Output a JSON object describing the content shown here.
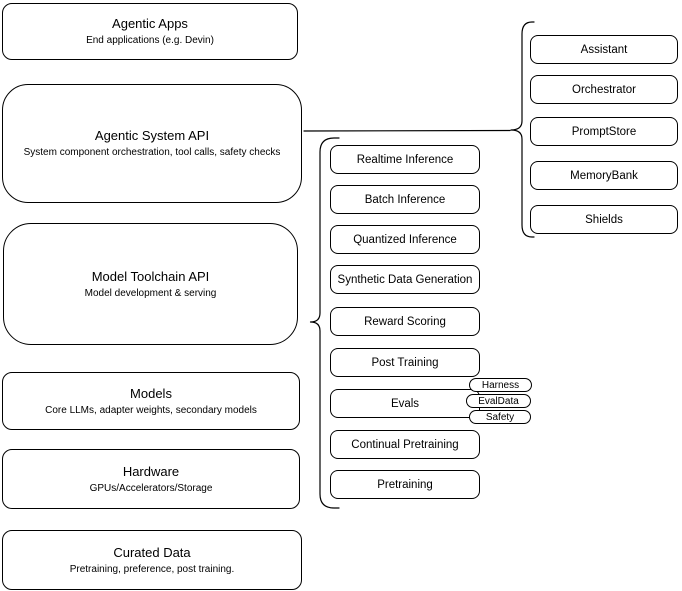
{
  "diagram": {
    "background": "#ffffff",
    "stroke_color": "#000000",
    "text_color": "#000000",
    "left_stack": [
      {
        "title": "Agentic Apps",
        "subtitle": "End applications (e.g. Devin)"
      },
      {
        "title": "Agentic System API",
        "subtitle": "System component orchestration, tool calls, safety checks"
      },
      {
        "title": "Model Toolchain API",
        "subtitle": "Model development & serving"
      },
      {
        "title": "Models",
        "subtitle": "Core LLMs, adapter weights, secondary models"
      },
      {
        "title": "Hardware",
        "subtitle": "GPUs/Accelerators/Storage"
      },
      {
        "title": "Curated Data",
        "subtitle": "Pretraining, preference, post training."
      }
    ],
    "toolchain_components": [
      "Realtime Inference",
      "Batch Inference",
      "Quantized Inference",
      "Synthetic Data Generation",
      "Reward Scoring",
      "Post Training",
      "Evals",
      "Continual Pretraining",
      "Pretraining"
    ],
    "evals_tags": [
      "Harness",
      "EvalData",
      "Safety"
    ],
    "system_components": [
      "Assistant",
      "Orchestrator",
      "PromptStore",
      "MemoryBank",
      "Shields"
    ]
  }
}
